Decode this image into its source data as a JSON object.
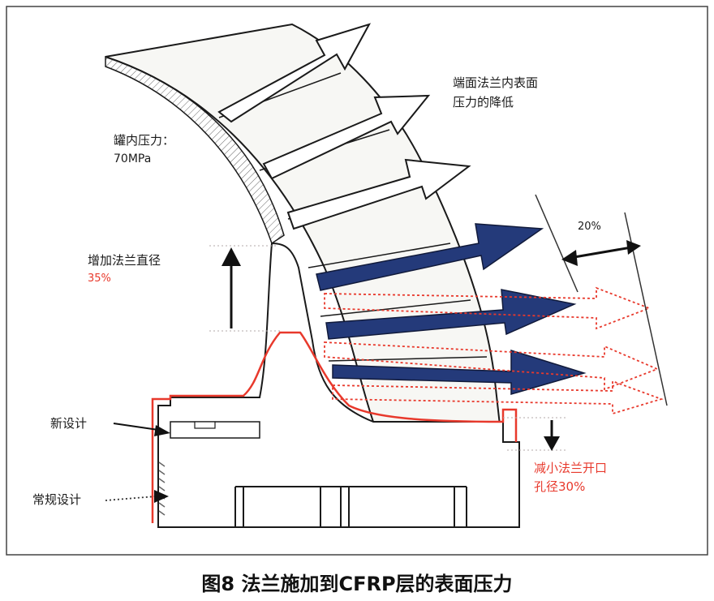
{
  "labels": {
    "end_flange_pressure_line1": "端面法兰内表面",
    "end_flange_pressure_line2": "压力的降低",
    "tank_pressure_line1": "罐内压力：",
    "tank_pressure_line2": "70MPa",
    "increase_flange_diameter": "增加法兰直径",
    "increase_flange_diameter_pct": "35%",
    "reduction_pct": "20%",
    "new_design": "新设计",
    "conventional_design": "常规设计",
    "reduce_opening_line1": "减小法兰开口",
    "reduce_opening_line2": "孔径30%"
  },
  "caption": "图8 法兰施加到CFRP层的表面压力",
  "colors": {
    "blue_arrow": "#243a7a",
    "red_line": "#e8392c",
    "outline": "#1a1a1a",
    "shell_fill": "#f7f7f4"
  }
}
